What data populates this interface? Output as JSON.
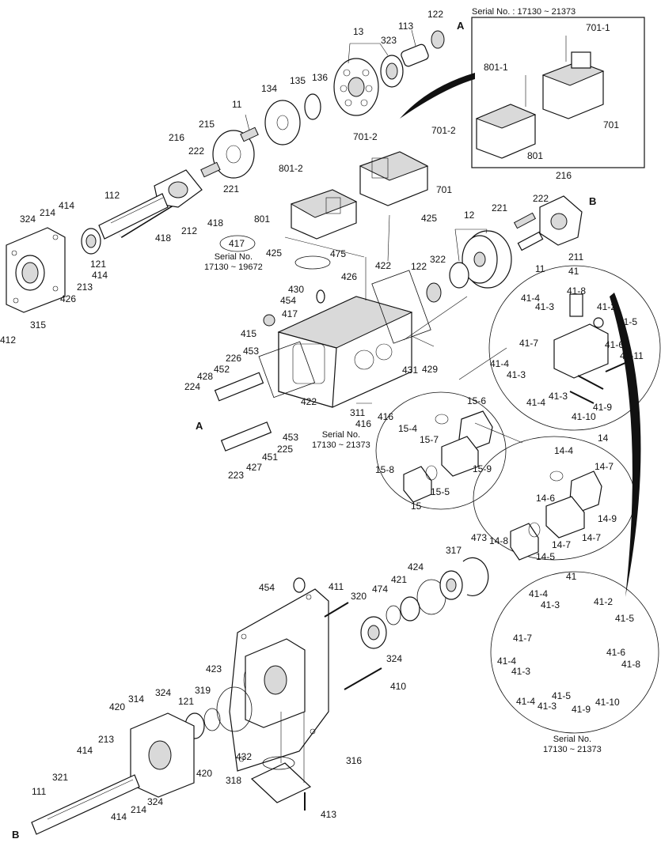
{
  "serial_top": "Serial No. : 17130 ~ 21373",
  "notes": {
    "n417": "Serial No.\n17130 ~ 19672",
    "n416": "Serial No.\n17130 ~ 21373",
    "n41b": "Serial No.\n17130 ~ 21373"
  },
  "labels": {
    "13": "13",
    "113": "113",
    "122a": "122",
    "A1": "A",
    "323": "323",
    "134": "134",
    "135": "135",
    "136": "136",
    "11a": "11",
    "215": "215",
    "216a": "216",
    "222a": "222",
    "221a": "221",
    "112": "112",
    "324a": "324",
    "214a": "214",
    "414a": "414",
    "121a": "121",
    "418a": "418",
    "212": "212",
    "418b": "418",
    "414b": "414",
    "213a": "213",
    "426a": "426",
    "315": "315",
    "412": "412",
    "701-2a": "701-2",
    "701-2b": "701-2",
    "801-2": "801-2",
    "701a": "701",
    "801a": "801",
    "425a": "425",
    "425b": "425",
    "216b": "216",
    "222b": "222",
    "221b": "221",
    "B1": "B",
    "12": "12",
    "322": "322",
    "211": "211",
    "122b": "122",
    "11b": "11",
    "422a": "422",
    "417a": "417",
    "475": "475",
    "426b": "426",
    "430": "430",
    "454a": "454",
    "417b": "417",
    "415": "415",
    "226": "226",
    "453a": "453",
    "452": "452",
    "428": "428",
    "224": "224",
    "431": "431",
    "429": "429",
    "A2": "A",
    "422b": "422",
    "311": "311",
    "416a": "416",
    "416b": "416",
    "453b": "453",
    "225": "225",
    "451": "451",
    "427": "427",
    "223": "223",
    "701-1": "701-1",
    "801-1": "801-1",
    "701b": "701",
    "801b": "801",
    "41a": "41",
    "41-4a": "41-4",
    "41-8a": "41-8",
    "41-3a": "41-3",
    "41-2a": "41-2",
    "41-5a": "41-5",
    "41-7a": "41-7",
    "41-6a": "41-6",
    "41-11": "41-11",
    "41-4b": "41-4",
    "41-3b": "41-3",
    "41-4c": "41-4",
    "41-3c": "41-3",
    "41-9a": "41-9",
    "41-10a": "41-10",
    "15-6": "15-6",
    "15-4": "15-4",
    "15-7": "15-7",
    "15-8": "15-8",
    "15-5": "15-5",
    "15-9": "15-9",
    "15": "15",
    "14": "14",
    "14-4": "14-4",
    "14-7a": "14-7",
    "14-6": "14-6",
    "14-9": "14-9",
    "14-8": "14-8",
    "14-7b": "14-7",
    "14-7c": "14-7",
    "14-5": "14-5",
    "473": "473",
    "317": "317",
    "424": "424",
    "421": "421",
    "474": "474",
    "320": "320",
    "411": "411",
    "454b": "454",
    "324b": "324",
    "410": "410",
    "423": "423",
    "319": "319",
    "121b": "121",
    "324c": "324",
    "314": "314",
    "420a": "420",
    "213b": "213",
    "414c": "414",
    "420b": "420",
    "321": "321",
    "111": "111",
    "B2": "B",
    "414d": "414",
    "214b": "214",
    "324d": "324",
    "432": "432",
    "318": "318",
    "316": "316",
    "413": "413",
    "41b": "41",
    "41-4d": "41-4",
    "41-2b": "41-2",
    "41-3d": "41-3",
    "41-5b": "41-5",
    "41-7b": "41-7",
    "41-6b": "41-6",
    "41-4e": "41-4",
    "41-8b": "41-8",
    "41-3e": "41-3",
    "41-4f": "41-4",
    "41-5c": "41-5",
    "41-3f": "41-3",
    "41-9b": "41-9",
    "41-10b": "41-10"
  }
}
